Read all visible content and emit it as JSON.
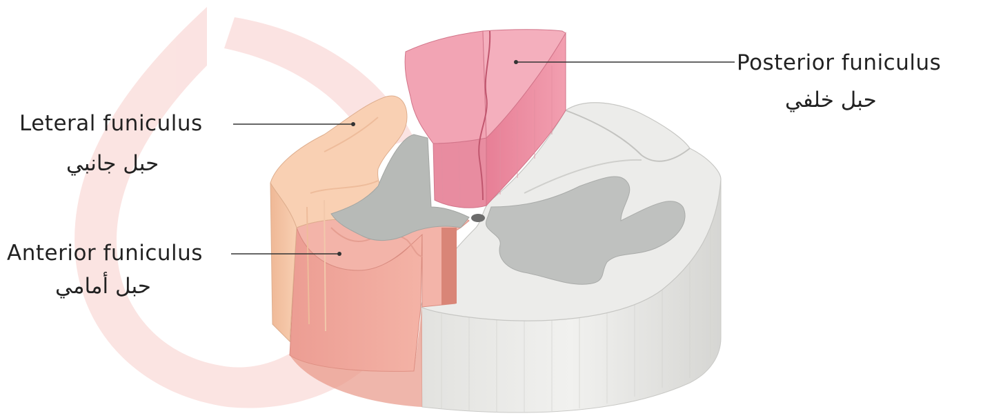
{
  "labels": {
    "posterior": {
      "en": "Posterior funiculus",
      "ar": "حبل خلفي"
    },
    "lateral": {
      "en": "Leteral funiculus",
      "ar": "حبل جانبي"
    },
    "anterior": {
      "en": "Anterior funiculus",
      "ar": "حبل أمامي"
    }
  },
  "colors": {
    "posterior": "#ec8fa2",
    "lateral": "#f7c7a6",
    "anterior": "#f0a99c",
    "white_matter": "#e6e6e4",
    "grey_matter": "#bdbfbd",
    "watermark": "#fbe3e2",
    "leader": "#333333"
  }
}
